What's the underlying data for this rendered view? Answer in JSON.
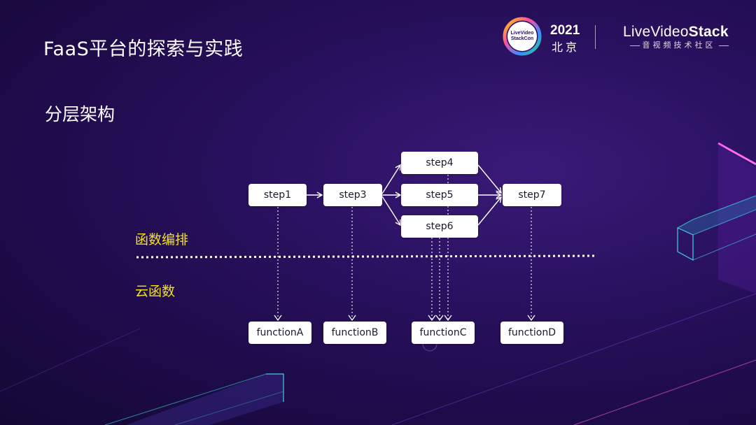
{
  "slide": {
    "title": "FaaS平台的探索与实践",
    "subtitle": "分层架构"
  },
  "header": {
    "conference_logo_text": "LiveVideoStackCon",
    "year": "2021",
    "city": "北京",
    "brand": {
      "name_part1": "LiveVideo",
      "name_part2": "Stack",
      "tagline": "音视频技术社区"
    }
  },
  "layers": {
    "orchestration_label": "函数编排",
    "cloud_function_label": "云函数"
  },
  "steps": {
    "step1": "step1",
    "step3": "step3",
    "step4": "step4",
    "step5": "step5",
    "step6": "step6",
    "step7": "step7"
  },
  "functions": {
    "functionA": "functionA",
    "functionB": "functionB",
    "functionC": "functionC",
    "functionD": "functionD"
  },
  "colors": {
    "background": "#2a1160",
    "layer_label": "#f3e21f",
    "node_fill": "#ffffff",
    "accent_pink": "#e040d0",
    "accent_cyan": "#3fd0e0"
  }
}
